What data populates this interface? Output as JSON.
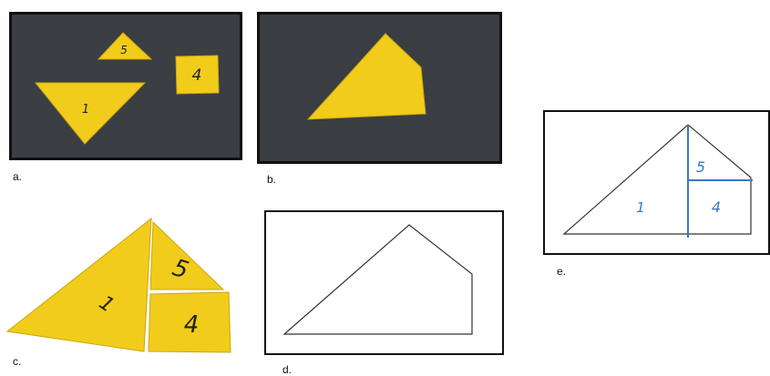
{
  "panels": {
    "a": {
      "label": "a.",
      "pieces": [
        {
          "name": "triangle",
          "number": "1"
        },
        {
          "name": "small-triangle",
          "number": "5"
        },
        {
          "name": "square",
          "number": "4"
        }
      ]
    },
    "b": {
      "label": "b."
    },
    "c": {
      "label": "c.",
      "pieces": [
        {
          "name": "triangle",
          "number": "1"
        },
        {
          "name": "small-triangle",
          "number": "5"
        },
        {
          "name": "square",
          "number": "4"
        }
      ]
    },
    "d": {
      "label": "d."
    },
    "e": {
      "label": "e.",
      "regions": [
        {
          "name": "triangle",
          "number": "1"
        },
        {
          "name": "small-triangle",
          "number": "5"
        },
        {
          "name": "square",
          "number": "4"
        }
      ]
    }
  },
  "colors": {
    "photo_background": "#3a3d42",
    "paper_yellow": "#f2cc1a",
    "paper_yellow_shadow": "#c9a70f",
    "frame": "#111111",
    "line_drawing": "#333333",
    "blue_annotation": "#3a78c4"
  }
}
